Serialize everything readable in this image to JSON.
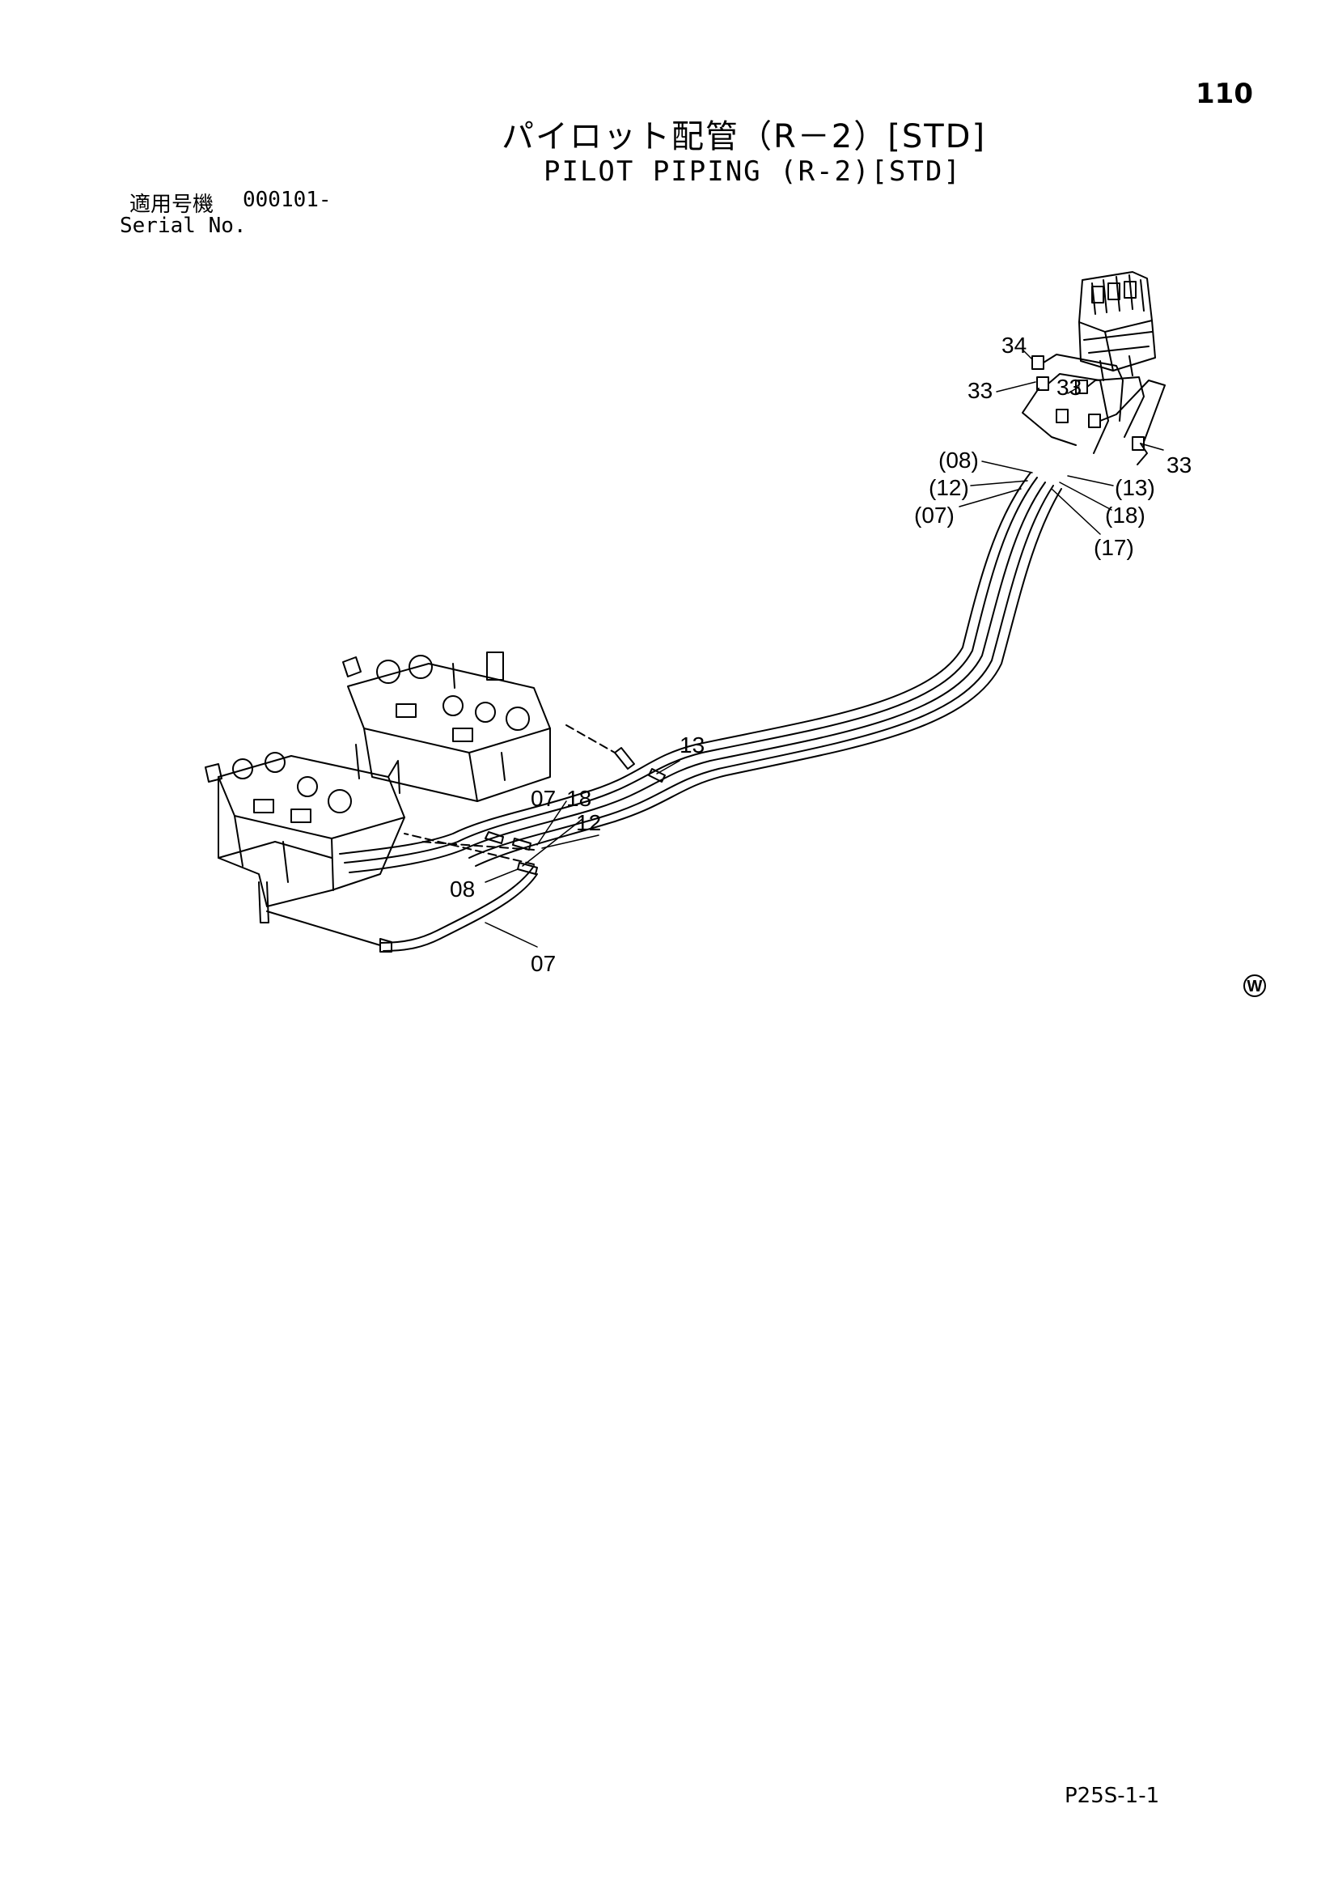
{
  "page": {
    "number": "110",
    "title_jp": "パイロット配管（R－2）[STD]",
    "title_en": "PILOT PIPING (R-2)[STD]",
    "serial_label_jp": "適用号機",
    "serial_value": "000101-",
    "serial_label_en": "Serial No.",
    "footer_code": "P25S-1-1",
    "mark_symbol": "W"
  },
  "callouts": [
    "34",
    "33",
    "33",
    "33",
    "(08)",
    "(12)",
    "(07)",
    "(13)",
    "(18)",
    "(17)",
    "13",
    "07",
    "18",
    "12",
    "08",
    "07"
  ]
}
